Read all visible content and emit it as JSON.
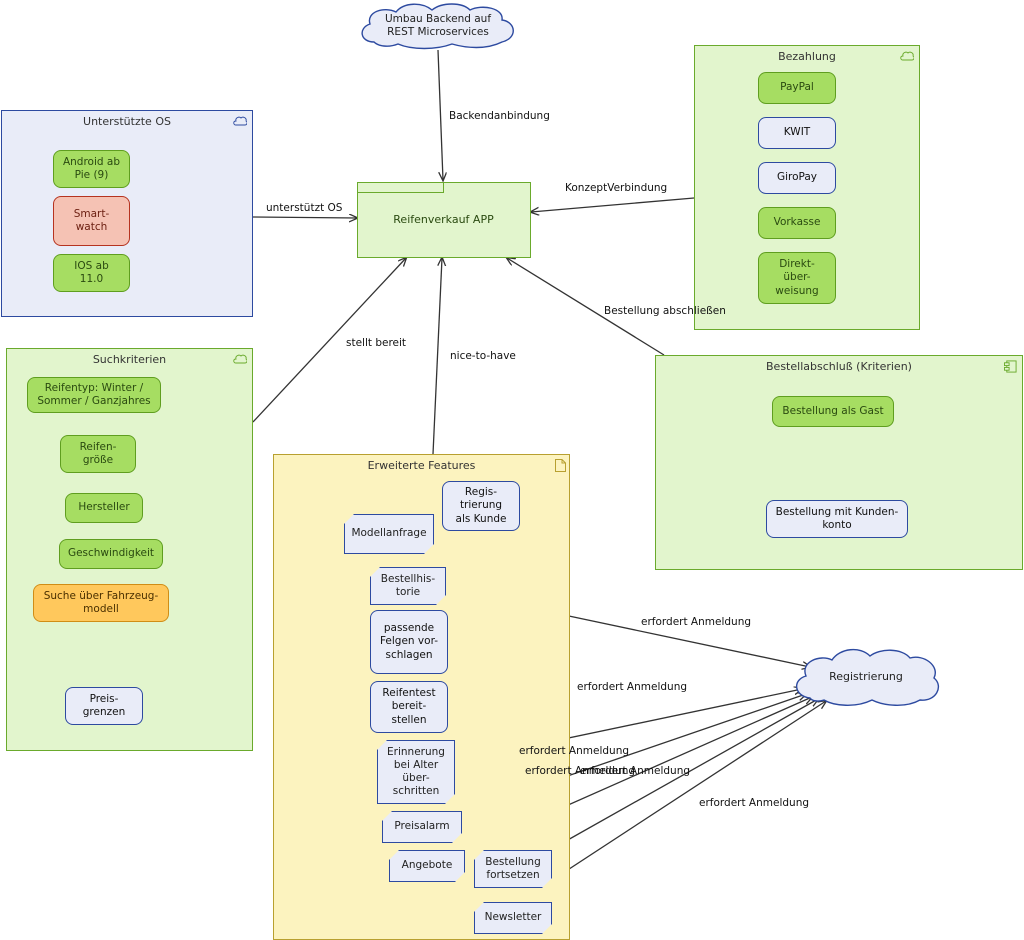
{
  "diagram": {
    "center": {
      "label": "Reifenverkauf APP"
    },
    "cloud_top": {
      "label": "Umbau Backend auf\nREST Microservices"
    },
    "cloud_reg": {
      "label": "Registrierung"
    },
    "groups": {
      "os": {
        "title": "Unterstützte OS",
        "items": [
          "Android ab\nPie (9)",
          "Smart-\nwatch",
          "IOS ab\n11.0"
        ]
      },
      "pay": {
        "title": "Bezahlung",
        "items": [
          "PayPal",
          "KWIT",
          "GiroPay",
          "Vorkasse",
          "Direkt-\nüber-\nweisung"
        ]
      },
      "search": {
        "title": "Suchkriterien",
        "items": [
          "Reifentyp: Winter /\nSommer / Ganzjahres",
          "Reifen-\ngröße",
          "Hersteller",
          "Geschwindigkeit",
          "Suche über Fahrzeug-\nmodell",
          "Preis-\ngrenzen"
        ]
      },
      "checkout": {
        "title": "Bestellabschluß (Kriterien)",
        "items": [
          "Bestellung als Gast",
          "Bestellung mit Kunden-\nkonto"
        ]
      },
      "features": {
        "title": "Erweiterte Features",
        "items": [
          "Regis-\ntrierung\nals Kunde",
          "Modellanfrage",
          "Bestellhis-\ntorie",
          "passende\nFelgen vor-\nschlagen",
          "Reifentest\nbereit-\nstellen",
          "Erinnerung\nbei Alter\nüber-\nschritten",
          "Preisalarm",
          "Angebote",
          "Bestellung\nfortsetzen",
          "Newsletter"
        ]
      }
    },
    "edge_labels": {
      "backend": "Backendanbindung",
      "os": "unterstützt OS",
      "konzept": "KonzeptVerbindung",
      "bestellung": "Bestellung abschließen",
      "stellt": "stellt bereit",
      "nice": "nice-to-have",
      "anmeldung": "erfordert Anmeldung"
    }
  }
}
